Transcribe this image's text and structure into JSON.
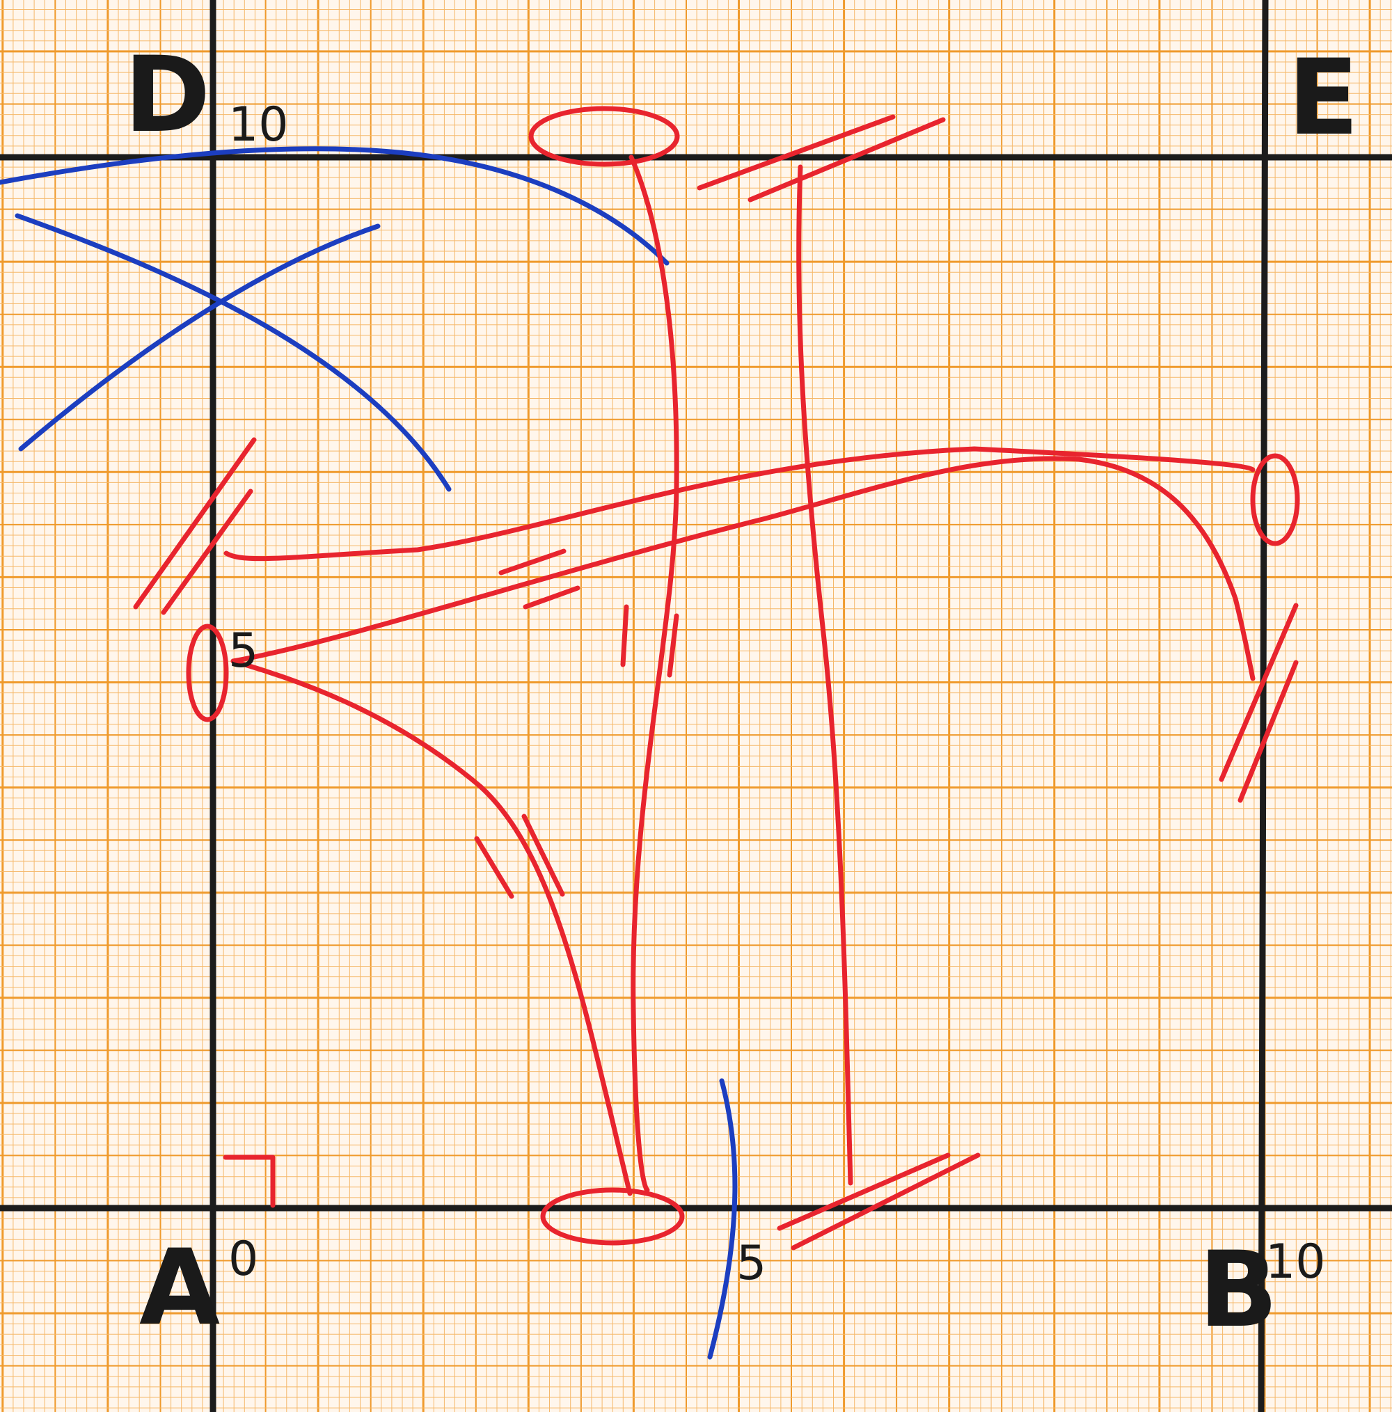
{
  "points": {
    "A": "A",
    "B": "B",
    "D": "D",
    "E": "E"
  },
  "ticks": {
    "a_zero": "0",
    "b_ten": "10",
    "d_ten": "10",
    "x_five": "5",
    "y_five": "5"
  },
  "colors": {
    "paper": "#fff6ec",
    "grid_minor": "#f5b86a",
    "grid_major": "#ef9a2c",
    "axes": "#1c1c1c",
    "red_ink": "#e8242e",
    "blue_ink": "#1c3ec0"
  }
}
